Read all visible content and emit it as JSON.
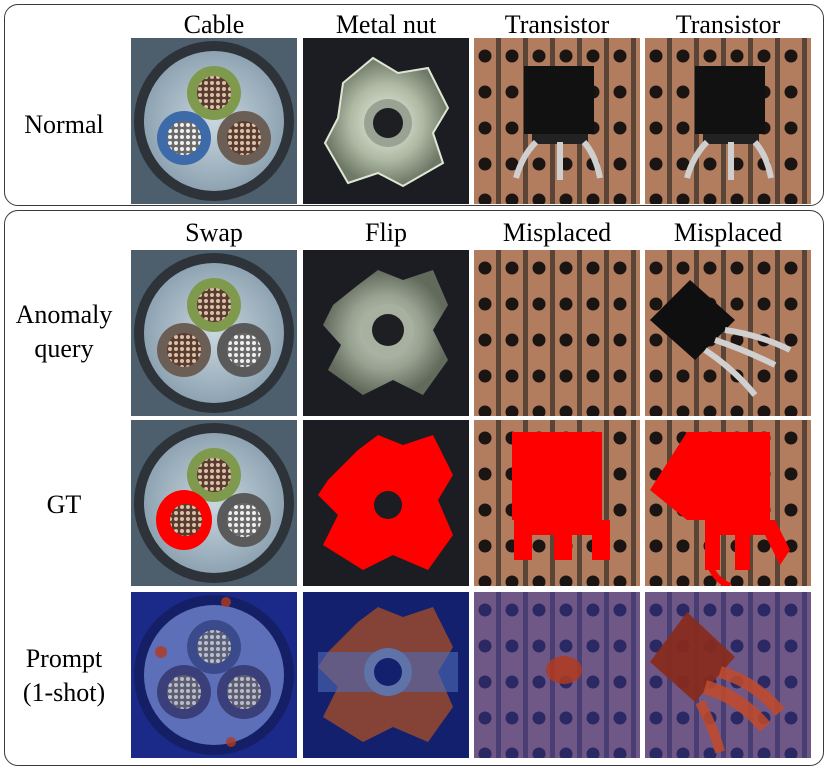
{
  "normal_panel": {
    "row_label": "Normal",
    "columns": [
      "Cable",
      "Metal nut",
      "Transistor",
      "Transistor"
    ]
  },
  "anomaly_panel": {
    "columns": [
      "Swap",
      "Flip",
      "Misplaced",
      "Misplaced"
    ],
    "rows": [
      {
        "label_line1": "Anomaly",
        "label_line2": "query"
      },
      {
        "label_line1": "GT",
        "label_line2": ""
      },
      {
        "label_line1": "Prompt",
        "label_line2": "(1-shot)"
      }
    ]
  },
  "colors": {
    "mask": "#ff0000",
    "pcb": "#b07a5c",
    "heatmap_cold": "#1a2a8a",
    "heatmap_hot": "#b23a1e",
    "nut_background": "#1c1d22"
  }
}
